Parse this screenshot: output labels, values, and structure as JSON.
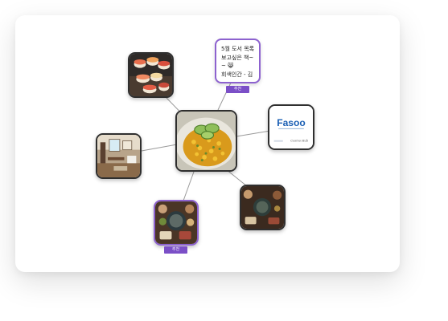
{
  "memo": {
    "lines": [
      "5월 도서 목록",
      "보고싶은 책~",
      "~ 😸",
      "회색인간 - 김"
    ],
    "tag": "추천"
  },
  "food_tag": "추천",
  "logo": {
    "text": "Fasoo",
    "signature": "Cosmo Hub"
  },
  "colors": {
    "accent": "#8d62cf",
    "tag": "#7b4fc7",
    "node_border": "#2f2f2f",
    "edge": "#9a9a9a"
  },
  "nodes": [
    {
      "id": "center",
      "name": "center-image-salad"
    },
    {
      "id": "sushi",
      "name": "image-sushi"
    },
    {
      "id": "memo",
      "name": "memo-book-list"
    },
    {
      "id": "logo",
      "name": "image-fasoo-logo"
    },
    {
      "id": "cafe",
      "name": "image-cafe-interior"
    },
    {
      "id": "food-tagged",
      "name": "image-korean-meal"
    },
    {
      "id": "food-dark",
      "name": "image-dinner-table"
    }
  ]
}
